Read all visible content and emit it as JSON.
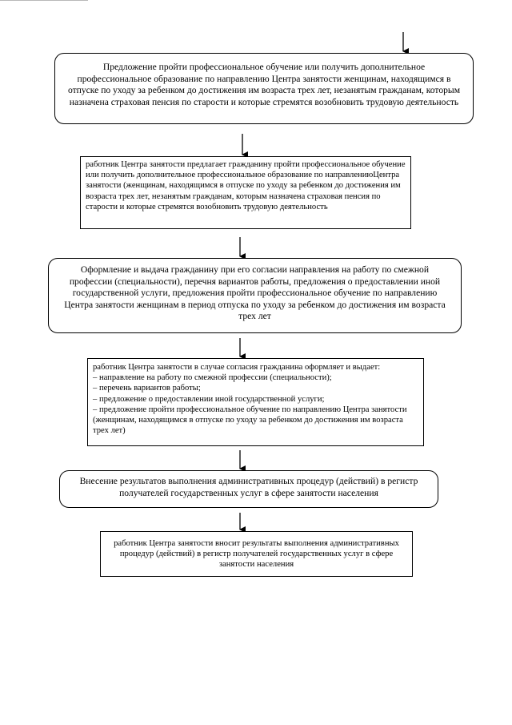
{
  "steps": [
    {
      "text": "Предложение пройти профессиональное обучение или получить дополнительное профессиональное образование по направлению Центра занятости женщинам, находящимся в отпуске по уходу за ребенком до достижения им возраста трех лет, незанятым гражданам, которым назначена страховая пенсия по старости и которые стремятся возобновить трудовую деятельность"
    },
    {
      "text": "работник Центра занятости  предлагает  гражданину пройти профессиональное обучение или получить дополнительное профессиональное образование по направлениюЦентра занятости (женщинам, находящимся в отпуске по уходу за ребенком до достижения им возраста трех лет, незанятым гражданам, которым назначена страховая пенсия по старости и которые стремятся возобновить трудовую  деятельность"
    },
    {
      "text": "Оформление и выдача гражданину при его согласии направления на работу по смежной профессии (специальности), перечня вариантов работы, предложения о предоставлении иной государственной услуги, предложения пройти профессиональное обучение по направлению Центра занятости женщинам в период отпуска по уходу за ребенком до достижения им возраста трех лет"
    },
    {
      "intro": "работник Центра занятости в случае согласия гражданина оформляет и выдает:",
      "items": [
        "– направление на работу по смежной профессии (специальности);",
        "– перечень вариантов работы;",
        "– предложение о предоставлении иной государственной услуги;",
        "– предложение пройти профессиональное обучение по направлению Центра занятости (женщинам, находящимся в отпуске по уходу за ребенком до достижения им возраста трех лет)"
      ]
    },
    {
      "text": "Внесение результатов выполнения административных процедур (действий) в регистр получателей государственных услуг в сфере занятости населения"
    },
    {
      "text": "работник Центра занятости вносит результаты выполнения административных процедур (действий) в регистр получателей государственных услуг в сфере занятости населения"
    }
  ]
}
